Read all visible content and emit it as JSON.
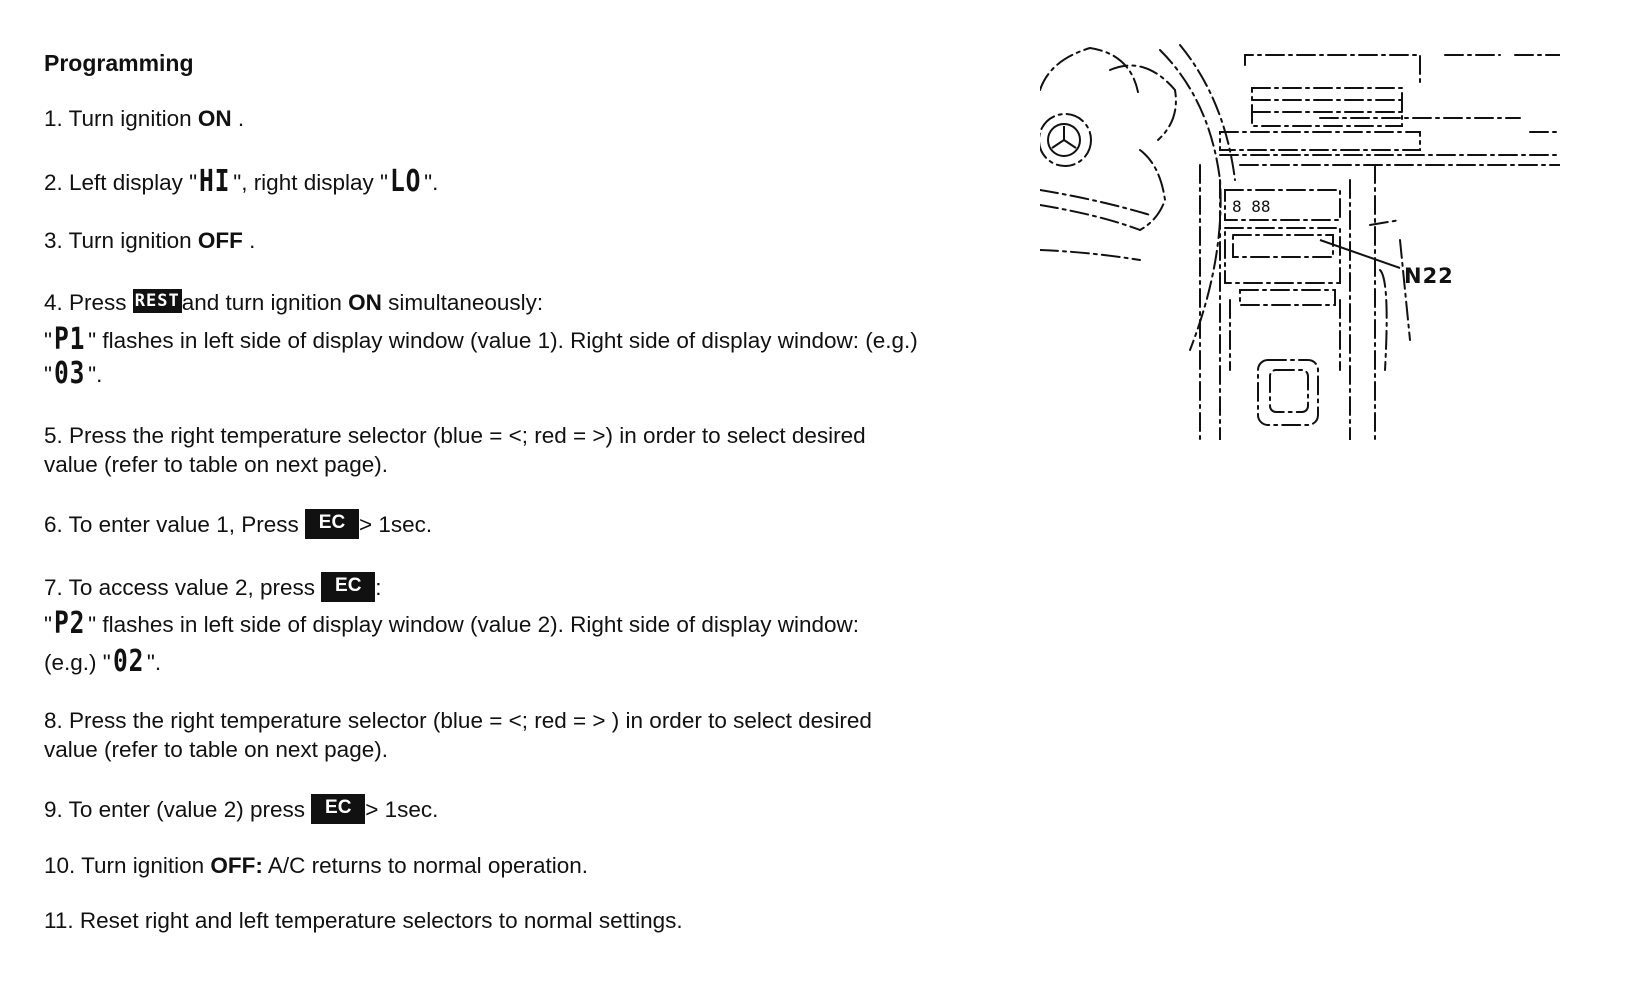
{
  "heading": "Programming",
  "steps": {
    "s1": {
      "a": "1. Turn ignition ",
      "b": "ON",
      "c": " ."
    },
    "s2": {
      "a": "2. Left display \"",
      "lcd1": "HI",
      "b": "\", right display \"",
      "lcd2": "LO",
      "c": "\"."
    },
    "s3": {
      "a": "3. Turn ignition ",
      "b": "OFF",
      "c": " ."
    },
    "s4": {
      "a": "4. Press ",
      "key": "REST",
      "b": "and turn ignition ",
      "c": "ON",
      "d": " simultaneously:",
      "l2a": "\"",
      "lcd1": "P1",
      "l2b": "\" flashes in left side of display window (value 1). Right side of display window: (e.g.)",
      "l3a": "\"",
      "lcd2": "03",
      "l3b": "\"."
    },
    "s5": {
      "l1": "5. Press the right temperature selector (blue = <; red = >) in order to select desired",
      "l2": "value (refer to table on next page)."
    },
    "s6": {
      "a": "6. To enter value 1, Press ",
      "key": "EC",
      "b": "> 1sec."
    },
    "s7": {
      "a": "7. To access value 2, press ",
      "key": "EC",
      "b": ":",
      "l2a": "\"",
      "lcd1": "P2",
      "l2b": "\" flashes in left side of display window (value 2). Right side of display window:",
      "l3a": "(e.g.) \"",
      "lcd2": "02",
      "l3b": "\"."
    },
    "s8": {
      "l1": "8. Press the right temperature selector (blue = <; red = > ) in order to select desired",
      "l2": "value (refer to table on next page)."
    },
    "s9": {
      "a": "9. To enter (value 2) press ",
      "key": "EC",
      "b": "> 1sec."
    },
    "s10": {
      "a": "10. Turn ignition ",
      "b": "OFF:",
      "c": " A/C returns to normal operation."
    },
    "s11": {
      "a": "11. Reset right and left temperature selectors to normal settings."
    }
  },
  "figure": {
    "callout": "N22",
    "panel_label": "8 88",
    "icon": "dashboard-line-drawing"
  }
}
